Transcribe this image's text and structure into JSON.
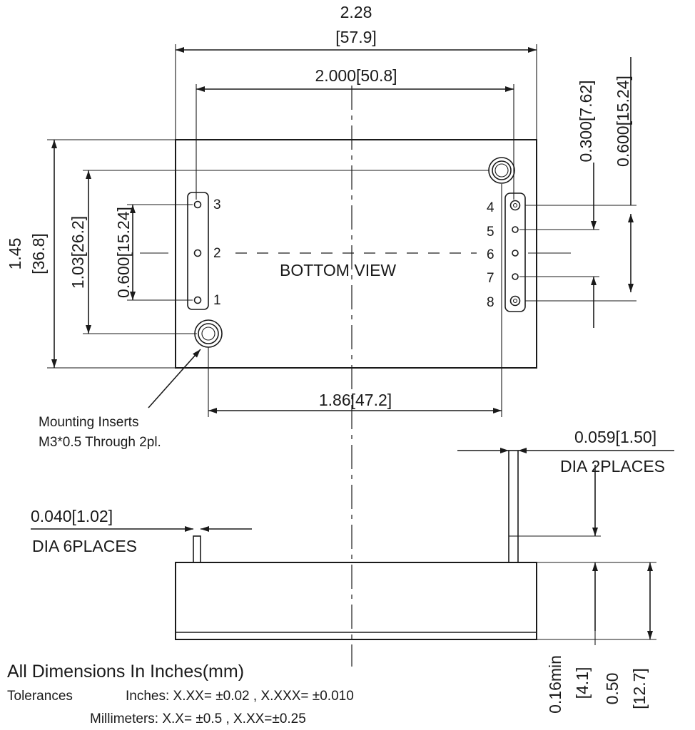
{
  "colors": {
    "line": "#1a1a1a",
    "background": "#ffffff"
  },
  "view_label": "BOTTOM VIEW",
  "pins": [
    "1",
    "2",
    "3",
    "4",
    "5",
    "6",
    "7",
    "8"
  ],
  "dimensions": {
    "overall_width_in": "2.28",
    "overall_width_mm": "[57.9]",
    "pin_row_span": "2.000[50.8]",
    "insert_span": "1.86[47.2]",
    "overall_height_in": "1.45",
    "overall_height_mm": "[36.8]",
    "insert_vertical": "1.03[26.2]",
    "left_pin_pitch": "0.600[15.24]",
    "right_pitch_small": "0.300[7.62]",
    "right_pitch_large": "0.600[15.24]",
    "large_pin_dia": "0.059[1.50]",
    "large_pin_note": "DIA 2PLACES",
    "small_pin_dia": "0.040[1.02]",
    "small_pin_note": "DIA 6PLACES",
    "pin_length_in": "0.16min",
    "pin_length_mm": "[4.1]",
    "body_height_in": "0.50",
    "body_height_mm": "[12.7]"
  },
  "notes": {
    "inserts_line1": "Mounting Inserts",
    "inserts_line2": "M3*0.5 Through 2pl.",
    "units_heading": "All Dimensions In Inches(mm)",
    "tolerance_label": "Tolerances",
    "tolerance_inches": "Inches: X.XX= ±0.02 , X.XXX= ±0.010",
    "tolerance_mm": "Millimeters: X.X= ±0.5 , X.XX=±0.25"
  }
}
